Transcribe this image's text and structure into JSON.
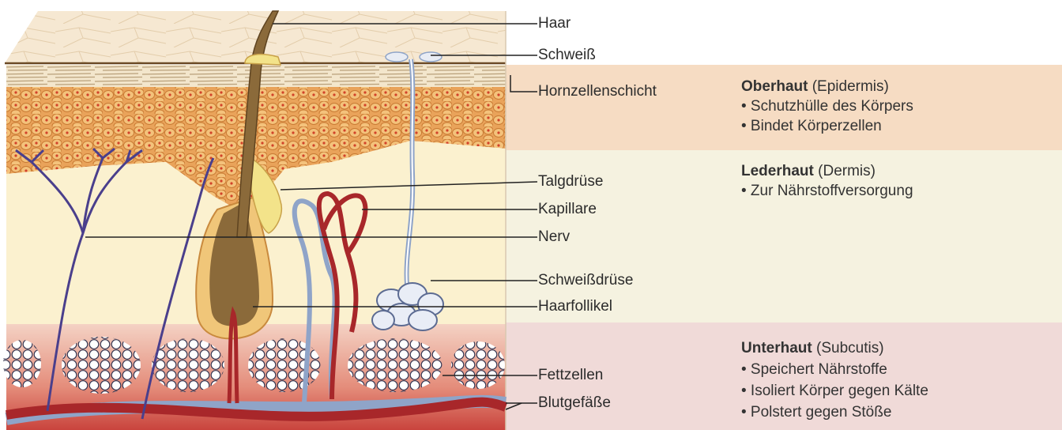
{
  "labels": {
    "haar": "Haar",
    "schweiss": "Schweiß",
    "hornzellenschicht": "Hornzellenschicht",
    "talgdruese": "Talgdrüse",
    "kapillare": "Kapillare",
    "nerv": "Nerv",
    "schweissdruese": "Schweißdrüse",
    "haarfollikel": "Haarfollikel",
    "fettzellen": "Fettzellen",
    "blutgefaesse": "Blutgefäße"
  },
  "layers": {
    "oberhaut": {
      "title": "Oberhaut",
      "latin": "(Epidermis)",
      "points": [
        "• Schutzhülle des Körpers",
        "• Bindet Körperzellen"
      ]
    },
    "lederhaut": {
      "title": "Lederhaut",
      "latin": "(Dermis)",
      "points": [
        "• Zur Nährstoffversorgung"
      ]
    },
    "unterhaut": {
      "title": "Unterhaut",
      "latin": "(Subcutis)",
      "points": [
        "• Speichert Nährstoffe",
        "• Isoliert Körper gegen Kälte",
        "• Polstert gegen Stöße"
      ]
    }
  },
  "colors": {
    "epidermis_band": "#f6dcc3",
    "dermis_band": "#f5f2e0",
    "subcutis_band": "#f0dad8",
    "hair": "#8b6a3a",
    "nerve": "#4a3f8c",
    "vein": "#8fa4c8",
    "artery": "#a8272a"
  }
}
